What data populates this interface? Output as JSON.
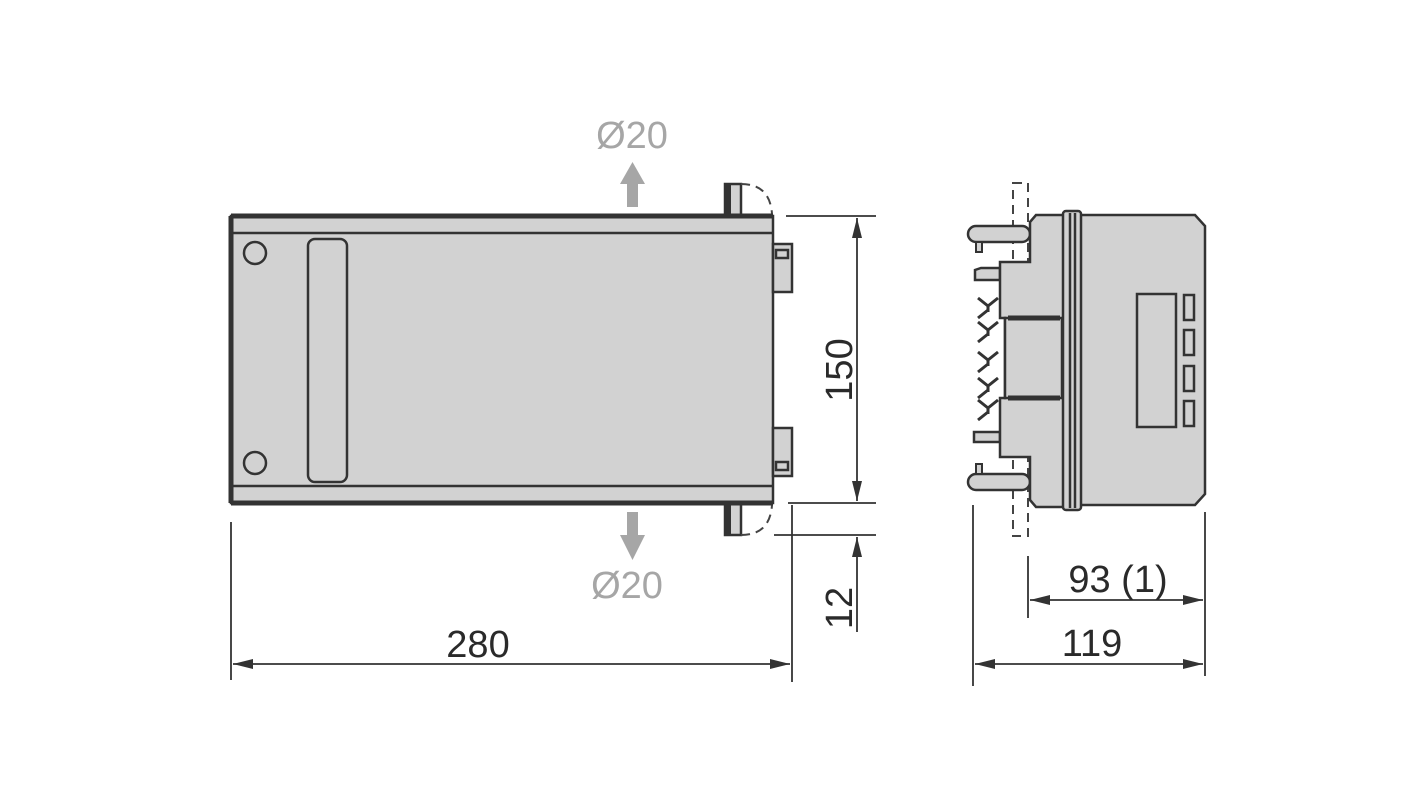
{
  "drawing": {
    "type": "technical dimension drawing",
    "views": [
      "front view",
      "side view"
    ],
    "colors": {
      "body_fill": "#d2d2d2",
      "outline": "#333333",
      "dimension_text": "#2a2a2a",
      "airflow_annotation": "#a6a6a6",
      "background": "#ffffff"
    }
  },
  "front_view": {
    "airflow_top": {
      "label": "Ø20",
      "direction": "up"
    },
    "airflow_bottom": {
      "label": "Ø20",
      "direction": "down"
    },
    "dimensions": {
      "width": "280",
      "height": "150",
      "clearance": "12"
    }
  },
  "side_view": {
    "dimensions": {
      "depth_body": "93 (1)",
      "depth_total": "119"
    },
    "indicator_leds": 4
  }
}
